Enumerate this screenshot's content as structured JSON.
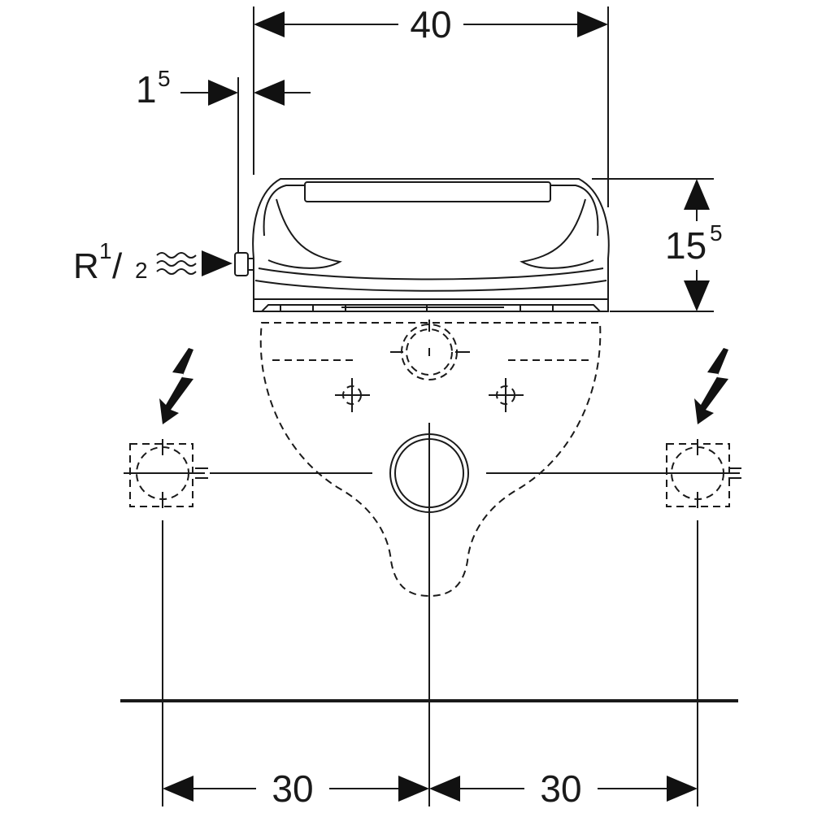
{
  "dimensions": {
    "top_width": {
      "value": "40"
    },
    "side_offset": {
      "value": "1",
      "sup": "5"
    },
    "height": {
      "value": "15",
      "sup": "5"
    },
    "bottom_left": {
      "value": "30"
    },
    "bottom_right": {
      "value": "30"
    }
  },
  "connection": {
    "thread_main": "R",
    "thread_numerator": "1",
    "thread_separator": "/",
    "thread_denominator": "2"
  },
  "colors": {
    "ink": "#1a1a1a",
    "background": "#ffffff"
  },
  "icons": {
    "left_power": "electric-lightning-icon",
    "right_power": "electric-lightning-icon",
    "water": "water-wave-icon"
  }
}
